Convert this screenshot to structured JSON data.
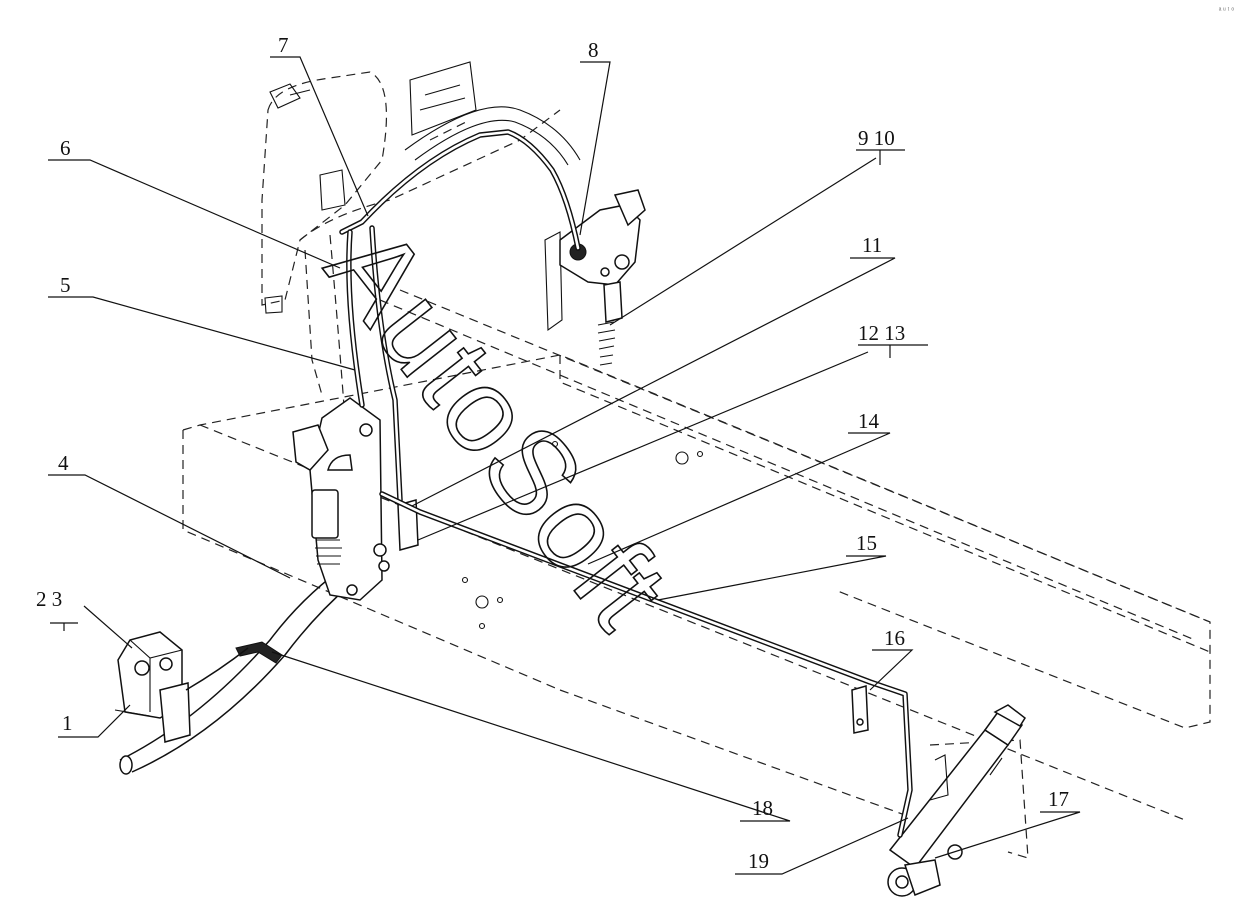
{
  "watermark": "AutoSoft",
  "corner_mark": "ᵃᵘᵗᵒ",
  "callouts": [
    {
      "id": "c1",
      "text": "1"
    },
    {
      "id": "c2-3",
      "text": "2 3"
    },
    {
      "id": "c4",
      "text": "4"
    },
    {
      "id": "c5",
      "text": "5"
    },
    {
      "id": "c6",
      "text": "6"
    },
    {
      "id": "c7",
      "text": "7"
    },
    {
      "id": "c8",
      "text": "8"
    },
    {
      "id": "c9-10",
      "text": "9 10"
    },
    {
      "id": "c11",
      "text": "11"
    },
    {
      "id": "c12-13",
      "text": "12 13"
    },
    {
      "id": "c14",
      "text": "14"
    },
    {
      "id": "c15",
      "text": "15"
    },
    {
      "id": "c16",
      "text": "16"
    },
    {
      "id": "c17",
      "text": "17"
    },
    {
      "id": "c18",
      "text": "18"
    },
    {
      "id": "c19",
      "text": "19"
    }
  ]
}
